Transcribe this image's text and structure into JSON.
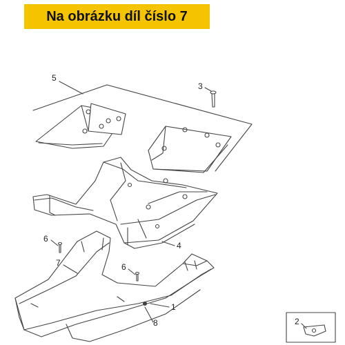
{
  "banner": {
    "text": "Na obrázku díl číslo 7",
    "color": "#f5c400"
  },
  "callouts": [
    {
      "id": "c5",
      "label": "5"
    },
    {
      "id": "c3",
      "label": "3"
    },
    {
      "id": "c6a",
      "label": "6"
    },
    {
      "id": "c4",
      "label": "4"
    },
    {
      "id": "c7",
      "label": "7"
    },
    {
      "id": "c6b",
      "label": "6"
    },
    {
      "id": "c1",
      "label": "1"
    },
    {
      "id": "c8",
      "label": "8"
    },
    {
      "id": "c2",
      "label": "2"
    }
  ],
  "colors": {
    "line": "#444444",
    "fill": "#ffffff",
    "shade": "#e6e6e6"
  }
}
